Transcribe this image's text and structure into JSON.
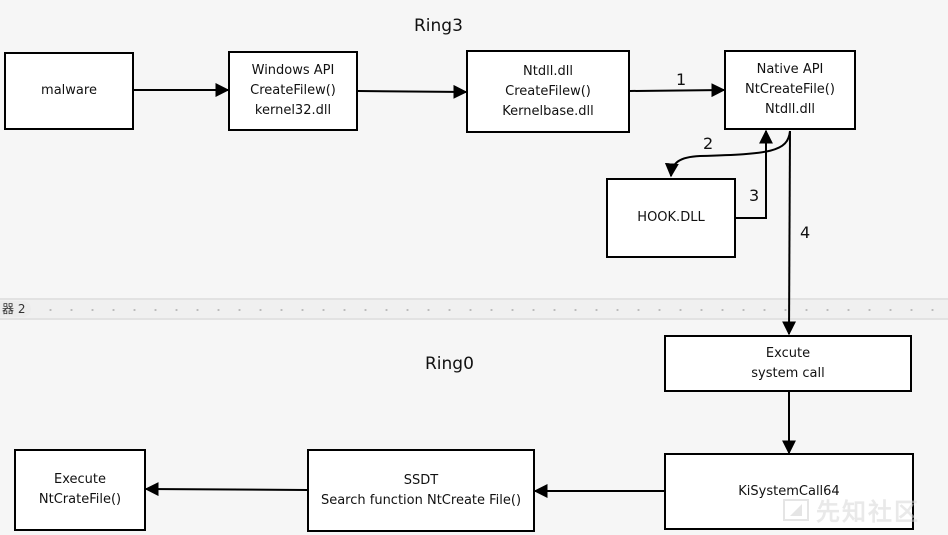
{
  "regions": {
    "ring3": "Ring3",
    "ring0": "Ring0"
  },
  "divider": {
    "tag": "器 2"
  },
  "nodes": {
    "malware": [
      "malware"
    ],
    "windows_api": [
      "Windows API",
      "CreateFilew()",
      "kernel32.dll"
    ],
    "ntdll": [
      "Ntdll.dll",
      "CreateFilew()",
      "Kernelbase.dll"
    ],
    "native_api": [
      "Native API",
      "NtCreateFile()",
      "Ntdll.dll"
    ],
    "hook_dll": [
      "HOOK.DLL"
    ],
    "execute_syscall": [
      "Excute",
      "system call"
    ],
    "kisystemcall": [
      "KiSystemCall64"
    ],
    "ssdt": [
      "SSDT",
      "Search function NtCreate File()"
    ],
    "execute_ntcreate": [
      "Execute",
      "NtCrateFile()"
    ]
  },
  "edge_labels": {
    "step1": "1",
    "step2": "2",
    "step3": "3",
    "step4": "4"
  },
  "watermark": {
    "text": "先知社区"
  },
  "colors": {
    "background": "#f6f6f6",
    "box_fill": "#ffffff",
    "stroke": "#000000"
  }
}
